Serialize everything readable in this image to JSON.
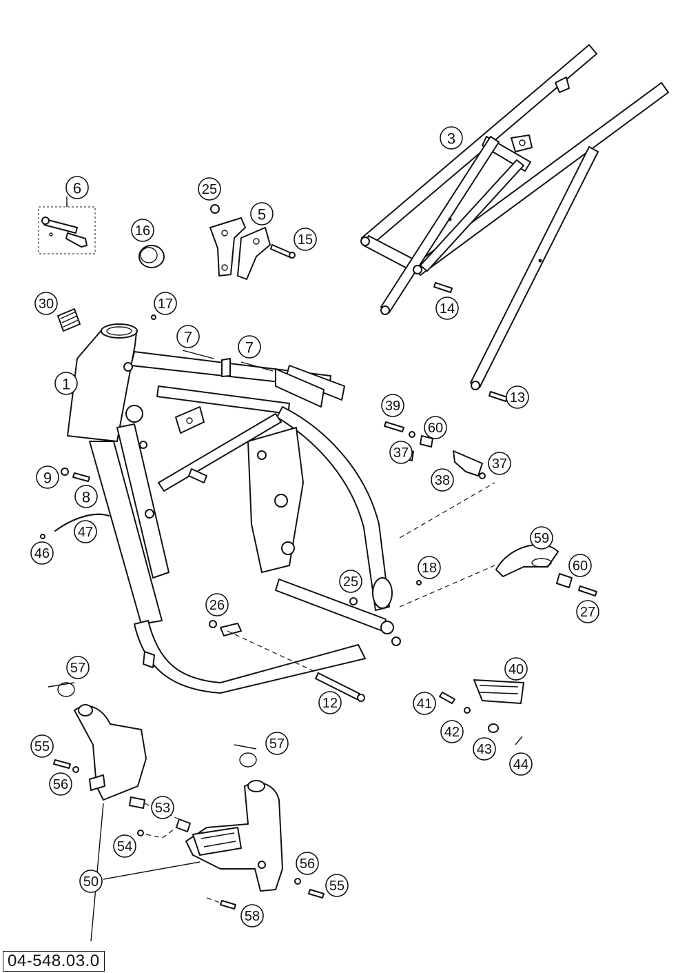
{
  "document": {
    "code": "04-548.03.0"
  },
  "callouts": [
    {
      "id": "c6",
      "label": "6"
    },
    {
      "id": "c25a",
      "label": "25"
    },
    {
      "id": "c5",
      "label": "5"
    },
    {
      "id": "c16",
      "label": "16"
    },
    {
      "id": "c15",
      "label": "15"
    },
    {
      "id": "c3",
      "label": "3"
    },
    {
      "id": "c30",
      "label": "30"
    },
    {
      "id": "c17",
      "label": "17"
    },
    {
      "id": "c14",
      "label": "14"
    },
    {
      "id": "c7a",
      "label": "7"
    },
    {
      "id": "c7b",
      "label": "7"
    },
    {
      "id": "c1",
      "label": "1"
    },
    {
      "id": "c13",
      "label": "13"
    },
    {
      "id": "c39",
      "label": "39"
    },
    {
      "id": "c60a",
      "label": "60"
    },
    {
      "id": "c37a",
      "label": "37"
    },
    {
      "id": "c37b",
      "label": "37"
    },
    {
      "id": "c38",
      "label": "38"
    },
    {
      "id": "c9",
      "label": "9"
    },
    {
      "id": "c8",
      "label": "8"
    },
    {
      "id": "c47",
      "label": "47"
    },
    {
      "id": "c46",
      "label": "46"
    },
    {
      "id": "c59",
      "label": "59"
    },
    {
      "id": "c18",
      "label": "18"
    },
    {
      "id": "c25b",
      "label": "25"
    },
    {
      "id": "c60b",
      "label": "60"
    },
    {
      "id": "c27",
      "label": "27"
    },
    {
      "id": "c26",
      "label": "26"
    },
    {
      "id": "c57a",
      "label": "57"
    },
    {
      "id": "c40",
      "label": "40"
    },
    {
      "id": "c12",
      "label": "12"
    },
    {
      "id": "c41",
      "label": "41"
    },
    {
      "id": "c42",
      "label": "42"
    },
    {
      "id": "c43",
      "label": "43"
    },
    {
      "id": "c44",
      "label": "44"
    },
    {
      "id": "c55a",
      "label": "55"
    },
    {
      "id": "c57b",
      "label": "57"
    },
    {
      "id": "c56a",
      "label": "56"
    },
    {
      "id": "c53",
      "label": "53"
    },
    {
      "id": "c54",
      "label": "54"
    },
    {
      "id": "c50",
      "label": "50"
    },
    {
      "id": "c56b",
      "label": "56"
    },
    {
      "id": "c55b",
      "label": "55"
    },
    {
      "id": "c58",
      "label": "58"
    }
  ]
}
